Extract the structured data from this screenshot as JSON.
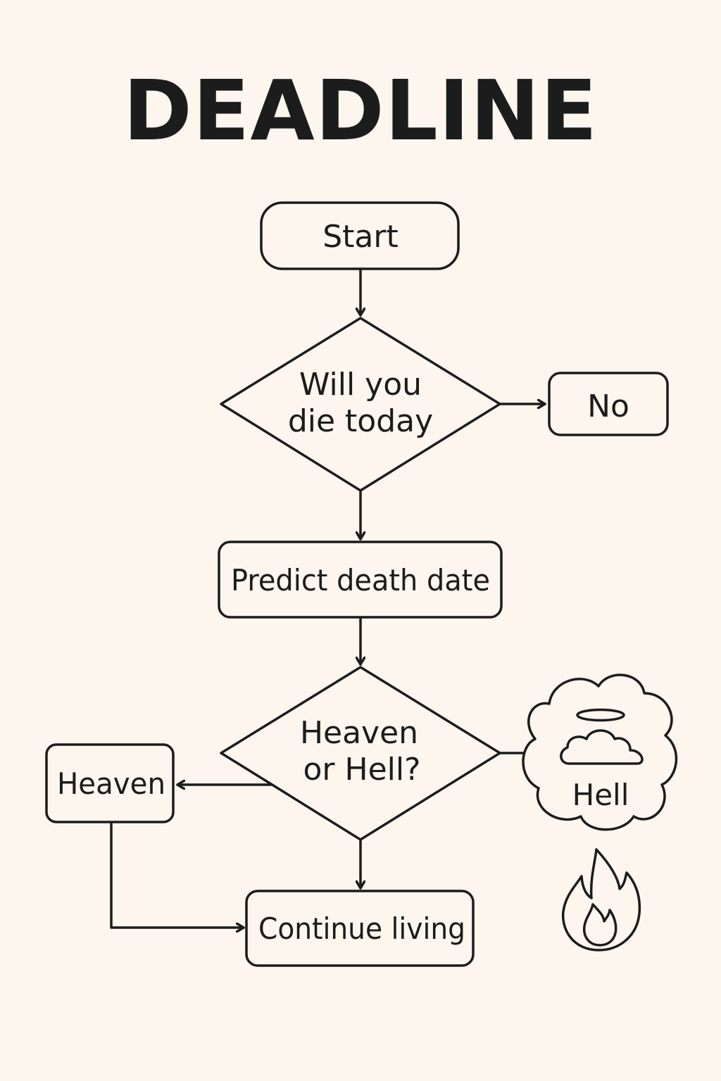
{
  "title": "DEADLINE",
  "nodes": {
    "start": "Start",
    "decision1": {
      "line1": "Will you",
      "line2": "die today"
    },
    "no": "No",
    "predict": "Predict death date",
    "decision2": {
      "line1": "Heaven",
      "line2": "or Hell?"
    },
    "heaven": "Heaven",
    "hell": "Hell",
    "continue": "Continue living"
  },
  "icons": [
    "halo-icon",
    "cloud-icon",
    "fire-icon"
  ],
  "colors": {
    "background": "#fcf6ef",
    "stroke": "#1c1c1c"
  }
}
